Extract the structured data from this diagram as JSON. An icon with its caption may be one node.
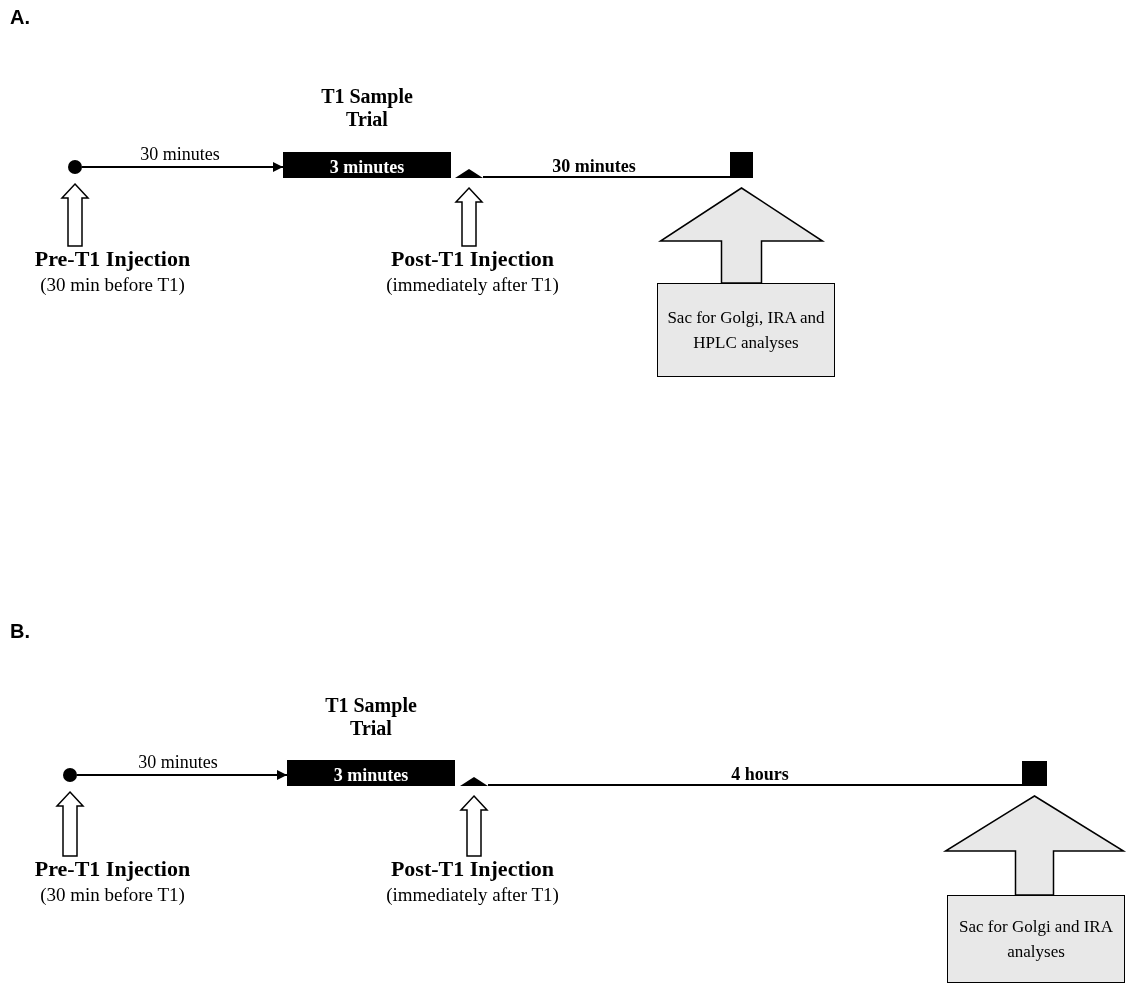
{
  "diagram": {
    "nodes": [
      {
        "text": [],
        "shape": "circle"
      },
      {
        "text": [
          "T1 Sample Trial",
          "3 minutes"
        ]
      },
      {
        "text": [],
        "shape": "triangle"
      },
      {
        "text": [],
        "shape": "box"
      },
      {
        "text": [
          "Pre-T1 Injection",
          "(30 min before T1)"
        ]
      },
      {
        "text": [
          "Post-T1 Injection",
          "(immediately after T1)"
        ]
      },
      {
        "text": [
          "Sac for Golgi, IRA and HPLC analyses"
        ]
      },
      {
        "text": [],
        "shape": "circle"
      },
      {
        "text": [
          "T1 Sample Trial",
          "3 minutes"
        ]
      },
      {
        "text": [],
        "shape": "triangle"
      },
      {
        "text": [],
        "shape": "box"
      },
      {
        "text": [
          "Pre-T1 Injection",
          "(30 min before T1)"
        ]
      },
      {
        "text": [
          "Post-T1 Injection",
          "(immediately after T1)"
        ]
      },
      {
        "text": [
          "Sac for Golgi and IRA analyses"
        ]
      }
    ],
    "edges": [
      {
        "from": 0,
        "to": 1,
        "arrow": "to",
        "label": "30 minutes"
      },
      {
        "from": 2,
        "to": 3,
        "arrow": "none",
        "label": "30 minutes"
      },
      {
        "from": 4,
        "to": 0,
        "arrow": "to",
        "style": "thick"
      },
      {
        "from": 5,
        "to": 2,
        "arrow": "to",
        "style": "thick"
      },
      {
        "from": 6,
        "to": 3,
        "arrow": "to",
        "style": "thick"
      },
      {
        "from": 7,
        "to": 8,
        "arrow": "to",
        "label": "30 minutes"
      },
      {
        "from": 9,
        "to": 10,
        "arrow": "none",
        "label": "4 hours"
      },
      {
        "from": 11,
        "to": 7,
        "arrow": "to",
        "style": "thick"
      },
      {
        "from": 12,
        "to": 9,
        "arrow": "to",
        "style": "thick"
      },
      {
        "from": 13,
        "to": 10,
        "arrow": "to",
        "style": "thick"
      }
    ],
    "labels": [
      "A.",
      "B."
    ]
  }
}
